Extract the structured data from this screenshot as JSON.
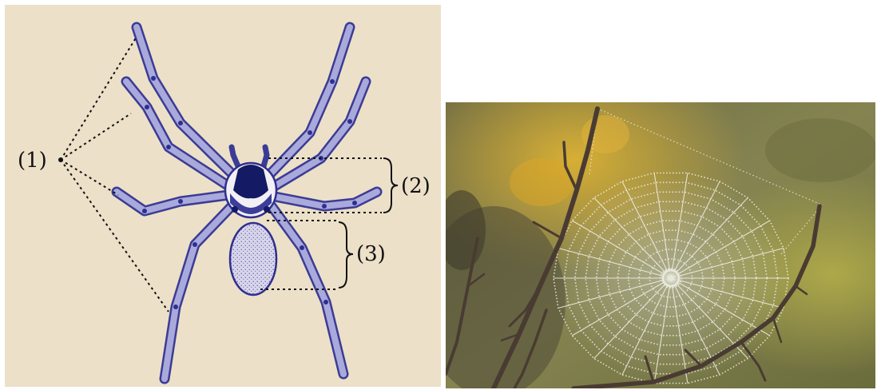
{
  "diagram": {
    "labels": {
      "legs": "(1)",
      "cephalothorax": "(2)",
      "abdomen": "(3)"
    }
  },
  "colors": {
    "paper": "#ece0c8",
    "ink": "#2e2f8f",
    "ink_light": "#a9a9dc",
    "head_dark": "#141a63",
    "photo_bg_dark": "#5e6238",
    "photo_bg_mid": "#8c8a4c",
    "photo_bg_warm": "#c9a332",
    "branch": "#4a3b32",
    "web": "#f2f2ea"
  }
}
